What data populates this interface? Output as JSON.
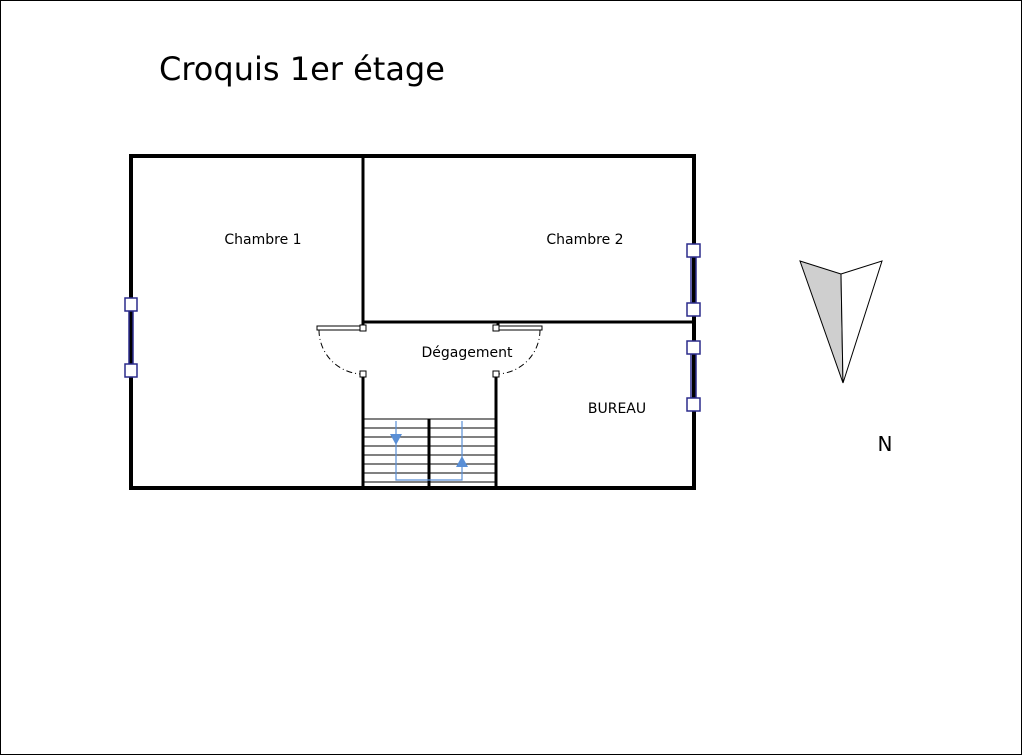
{
  "title": "Croquis 1er étage",
  "rooms": {
    "chambre1": "Chambre 1",
    "chambre2": "Chambre 2",
    "degagement": "Dégagement",
    "bureau": "BUREAU"
  },
  "north_label": "N",
  "colors": {
    "wall": "#000000",
    "window": "#2b2b8c",
    "stair_arrow": "#5a8fd6",
    "compass_fill": "#cfcfcf"
  }
}
